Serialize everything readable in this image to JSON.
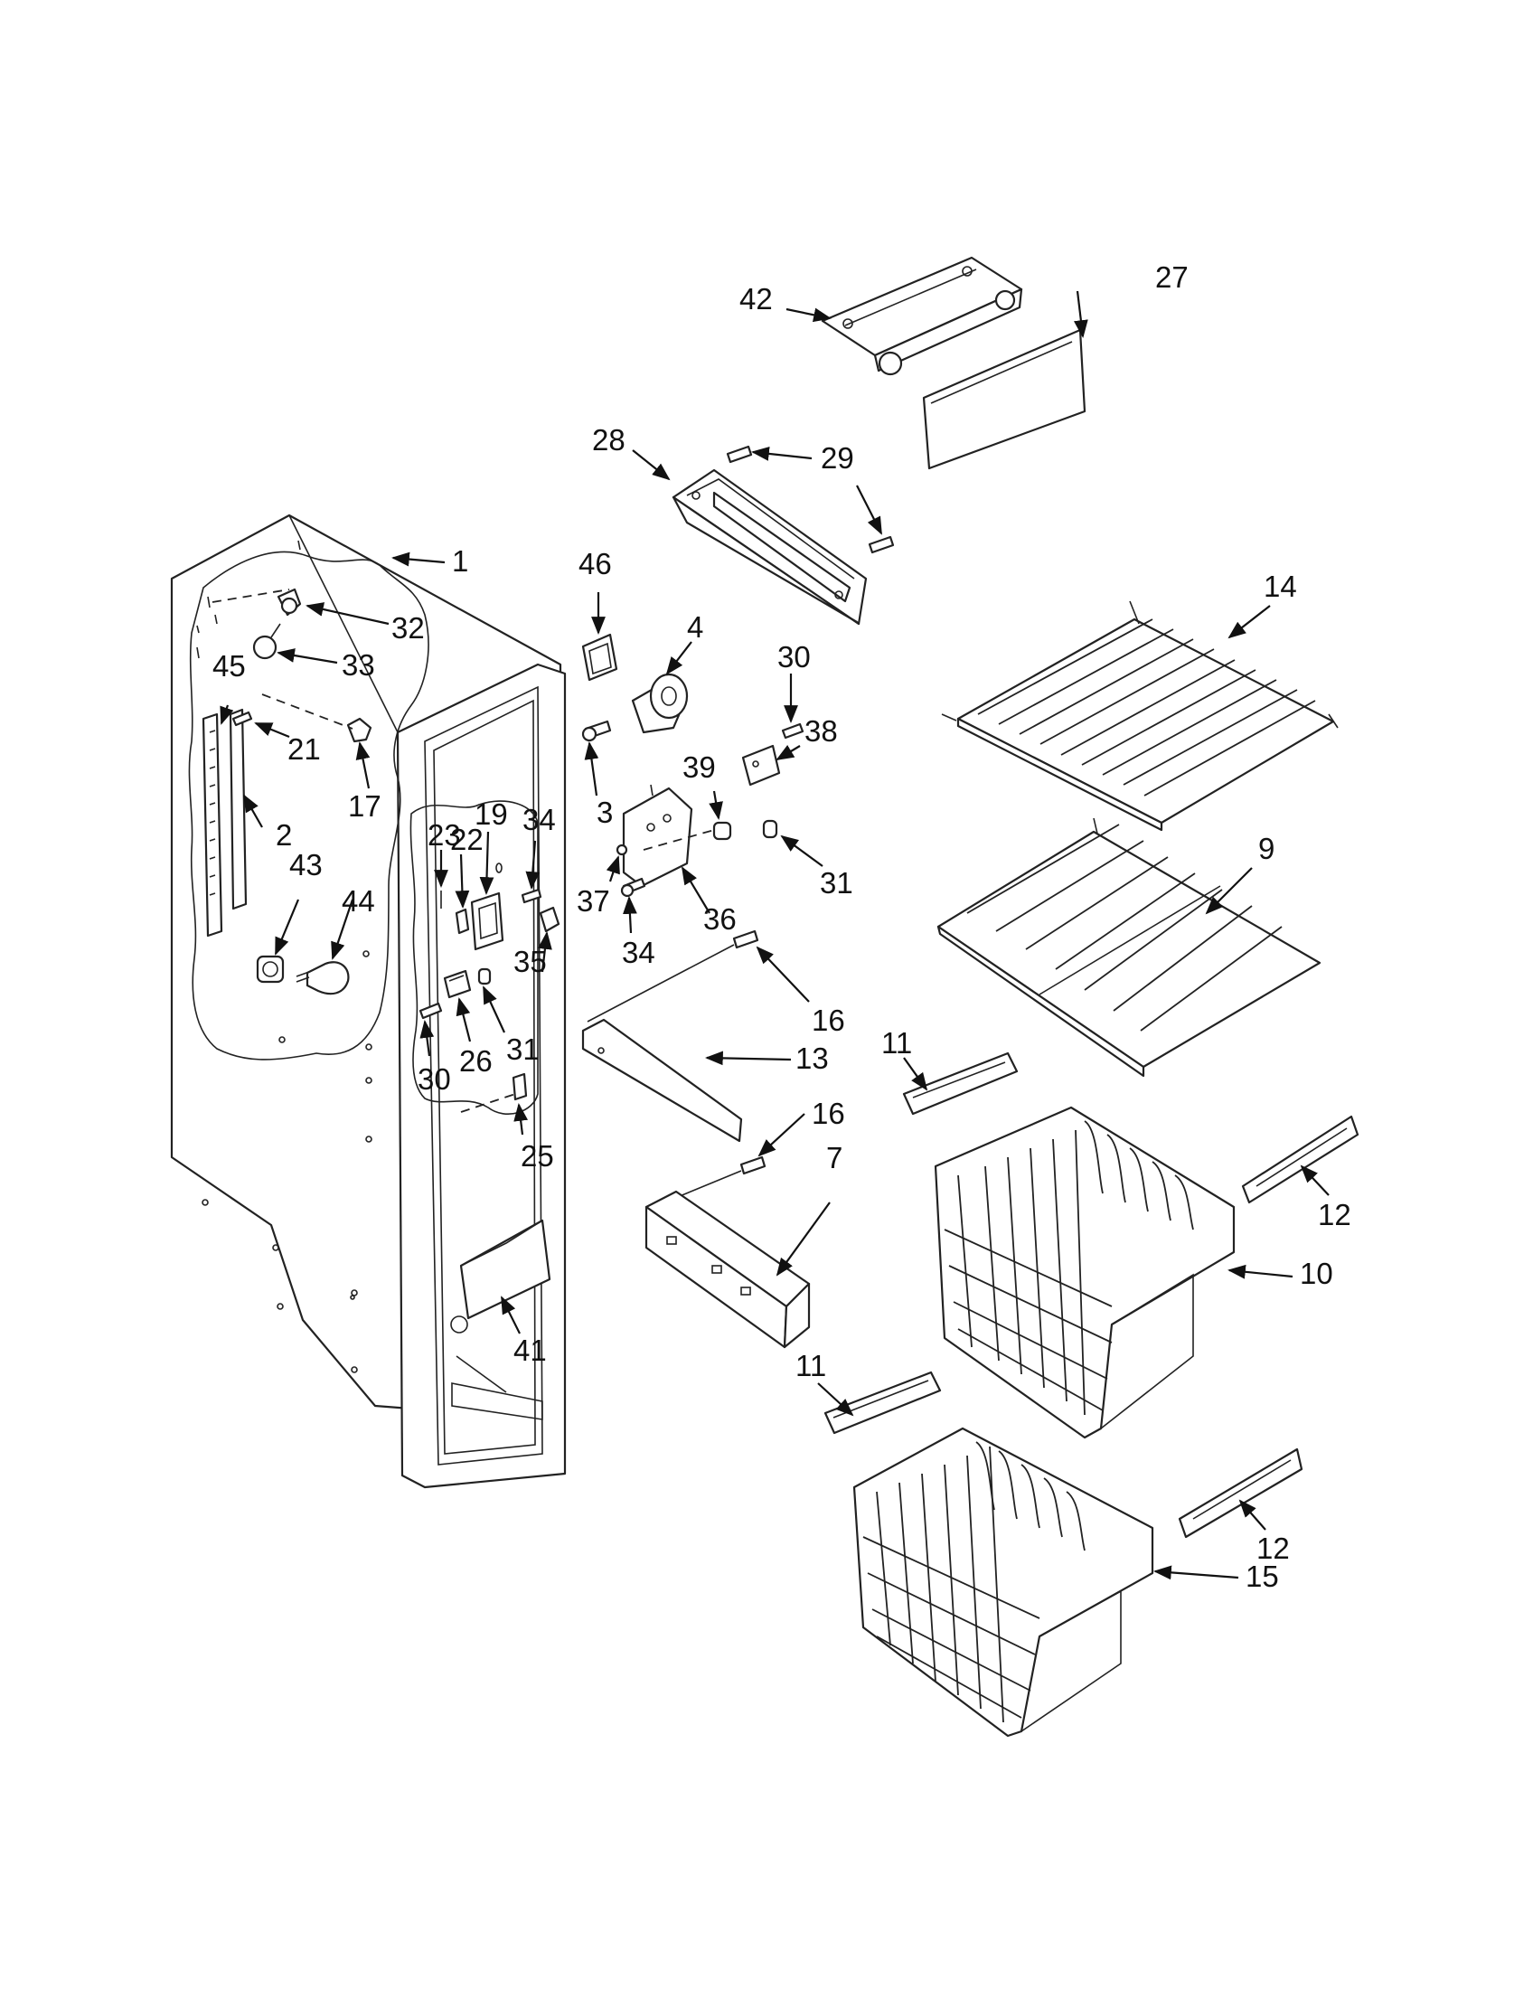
{
  "callouts": [
    {
      "id": "c1",
      "label": "1"
    },
    {
      "id": "c2",
      "label": "2"
    },
    {
      "id": "c3",
      "label": "3"
    },
    {
      "id": "c4",
      "label": "4"
    },
    {
      "id": "c7",
      "label": "7"
    },
    {
      "id": "c9",
      "label": "9"
    },
    {
      "id": "c10",
      "label": "10"
    },
    {
      "id": "c11a",
      "label": "11"
    },
    {
      "id": "c11b",
      "label": "11"
    },
    {
      "id": "c12a",
      "label": "12"
    },
    {
      "id": "c12b",
      "label": "12"
    },
    {
      "id": "c13",
      "label": "13"
    },
    {
      "id": "c14",
      "label": "14"
    },
    {
      "id": "c15",
      "label": "15"
    },
    {
      "id": "c16a",
      "label": "16"
    },
    {
      "id": "c16b",
      "label": "16"
    },
    {
      "id": "c17",
      "label": "17"
    },
    {
      "id": "c19",
      "label": "19"
    },
    {
      "id": "c21",
      "label": "21"
    },
    {
      "id": "c22",
      "label": "22"
    },
    {
      "id": "c23",
      "label": "23"
    },
    {
      "id": "c25",
      "label": "25"
    },
    {
      "id": "c26",
      "label": "26"
    },
    {
      "id": "c27",
      "label": "27"
    },
    {
      "id": "c28",
      "label": "28"
    },
    {
      "id": "c29",
      "label": "29"
    },
    {
      "id": "c30a",
      "label": "30"
    },
    {
      "id": "c30b",
      "label": "30"
    },
    {
      "id": "c31a",
      "label": "31"
    },
    {
      "id": "c31b",
      "label": "31"
    },
    {
      "id": "c32",
      "label": "32"
    },
    {
      "id": "c33",
      "label": "33"
    },
    {
      "id": "c34a",
      "label": "34"
    },
    {
      "id": "c34b",
      "label": "34"
    },
    {
      "id": "c35",
      "label": "35"
    },
    {
      "id": "c36",
      "label": "36"
    },
    {
      "id": "c37",
      "label": "37"
    },
    {
      "id": "c38",
      "label": "38"
    },
    {
      "id": "c39",
      "label": "39"
    },
    {
      "id": "c41",
      "label": "41"
    },
    {
      "id": "c42",
      "label": "42"
    },
    {
      "id": "c43",
      "label": "43"
    },
    {
      "id": "c44",
      "label": "44"
    },
    {
      "id": "c45",
      "label": "45"
    },
    {
      "id": "c46",
      "label": "46"
    }
  ]
}
